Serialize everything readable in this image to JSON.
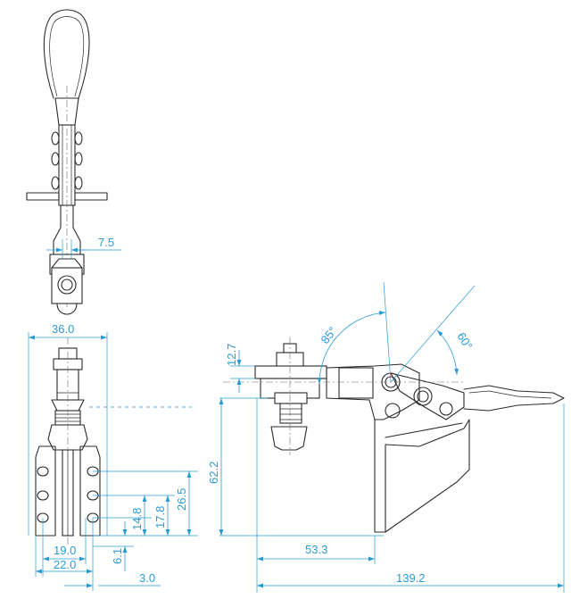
{
  "drawing": {
    "dimensions": {
      "pin_width": "7.5",
      "base_width": "36.0",
      "spindle_height": "12.7",
      "open_angle": "85°",
      "handle_angle": "60°",
      "overall_height": "62.2",
      "slot_span_high": "26.5",
      "slot_span_mid": "17.8",
      "slot_span_low": "14.8",
      "hole_offset_bottom": "6.1",
      "hole_pitch_inner": "19.0",
      "hole_pitch_outer": "22.0",
      "bar_thickness": "3.0",
      "spindle_reach": "53.3",
      "overall_length": "139.2"
    },
    "colors": {
      "outline": "#2b2b2b",
      "dimension": "#2b9bd6"
    }
  }
}
